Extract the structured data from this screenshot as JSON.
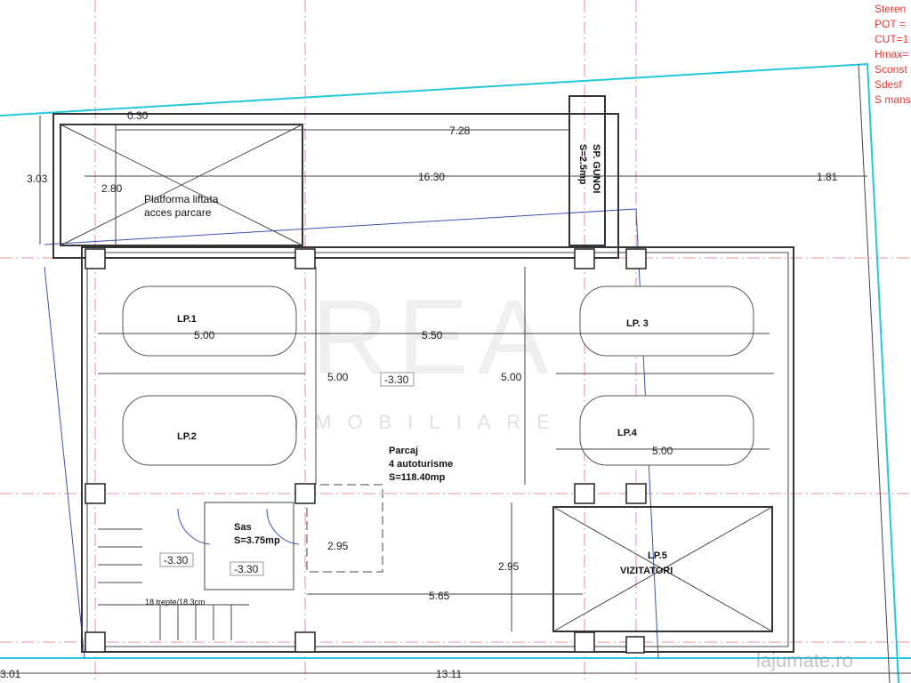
{
  "legend_red": [
    "Steren",
    "POT =",
    "CUT=1",
    "Hmax=",
    "Sconst",
    "Sdesf",
    "S mans"
  ],
  "dims": {
    "d030": "0.30",
    "d728": "7.28",
    "d303": "3.03",
    "d280": "2.80",
    "d1630": "16.30",
    "d181": "1.81",
    "d500a": "5.00",
    "d550": "5.50",
    "d500v1": "5.00",
    "d500v2": "5.00",
    "d500b": "5.00",
    "d295a": "2.95",
    "d295b": "2.95",
    "d565": "5.65",
    "d301": "3.01",
    "d1311": "13.11"
  },
  "levels": {
    "parking": "-3.30",
    "stair": "-3.30",
    "sas": "-3.30"
  },
  "rooms": {
    "platform_line1": "Platforma liftata",
    "platform_line2": "acces parcare",
    "gunoi": "SP. GUNOI",
    "gunoi_area": "S=2.5mp",
    "lp1": "LP.1",
    "lp2": "LP.2",
    "lp3": "LP. 3",
    "lp4": "LP.4",
    "parcaj": "Parcaj",
    "parcaj_sub": "4 autoturisme",
    "parcaj_area": "S=118.40mp",
    "sas": "Sas",
    "sas_area": "S=3.75mp",
    "lp5": "LP.5",
    "lp5_sub": "VIZITATORI",
    "stairs": "18 trepte/18.3cm"
  },
  "watermark": {
    "brand": "REA",
    "sub": "IMOBILIARE",
    "site": "lajumate.ro"
  }
}
